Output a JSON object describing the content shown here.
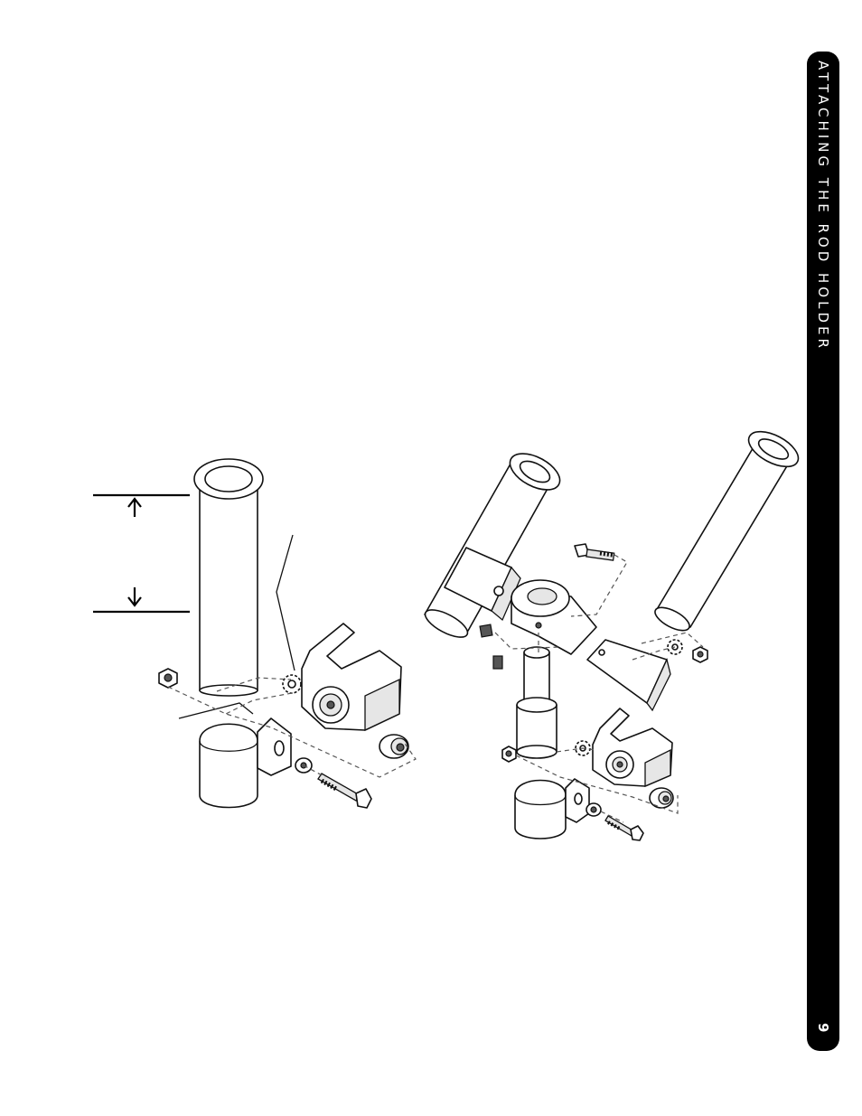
{
  "sidebar": {
    "title": "ATTACHING THE ROD HOLDER",
    "page_number": "9"
  },
  "diagram": {
    "left_assembly": "single rod holder",
    "right_assembly": "double rod holder",
    "icons": [
      "up-arrow-icon",
      "down-arrow-icon"
    ]
  }
}
